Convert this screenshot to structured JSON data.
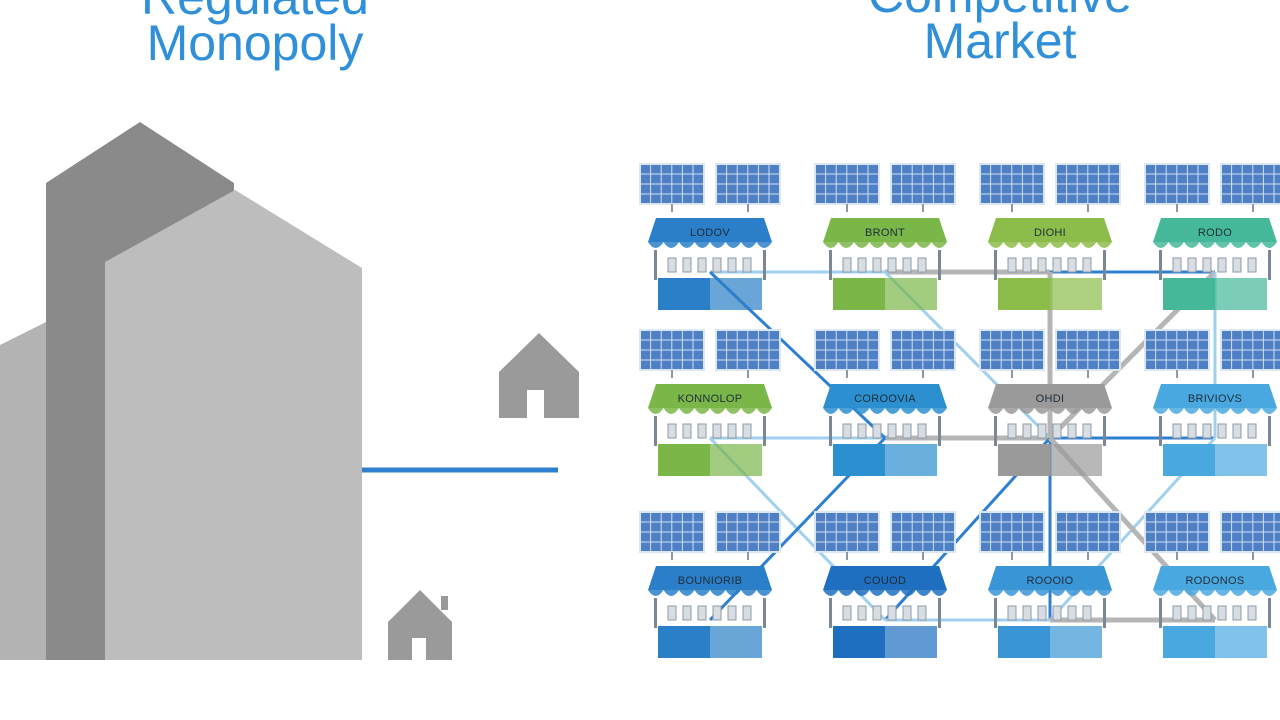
{
  "titles": {
    "left": {
      "line1": "Regulated",
      "line2": "Monopoly"
    },
    "right": {
      "line1": "Competitive",
      "line2": "Market"
    }
  },
  "colors": {
    "title": "#2f8fd8",
    "monopoly_dark": "#8a8a8a",
    "monopoly_light": "#bcbcbc",
    "house": "#9a9a9a",
    "power_line": "#2f7fd0",
    "market_blue": "#2b7fc8",
    "market_green": "#7ab648",
    "market_teal": "#45b89a",
    "market_gray": "#9a9a9a",
    "market_sky": "#4aa8e0"
  },
  "market": {
    "stalls": [
      {
        "label": "LODOV",
        "color": "#2b7fc8"
      },
      {
        "label": "BRONT",
        "color": "#7ab648"
      },
      {
        "label": "DIOHI",
        "color": "#8cbd4a"
      },
      {
        "label": "RODO",
        "color": "#45b89a"
      },
      {
        "label": "KONNOLOP",
        "color": "#7ab648"
      },
      {
        "label": "COROOVIA",
        "color": "#2b8fd0"
      },
      {
        "label": "OHDI",
        "color": "#9a9a9a"
      },
      {
        "label": "BRIVIOVS",
        "color": "#4aa8e0"
      },
      {
        "label": "BOUNIORIB",
        "color": "#2b7fc8"
      },
      {
        "label": "COUOD",
        "color": "#1e6fc0"
      },
      {
        "label": "ROOOIO",
        "color": "#3a95d6"
      },
      {
        "label": "RODONOS",
        "color": "#4aa8e0"
      }
    ]
  }
}
